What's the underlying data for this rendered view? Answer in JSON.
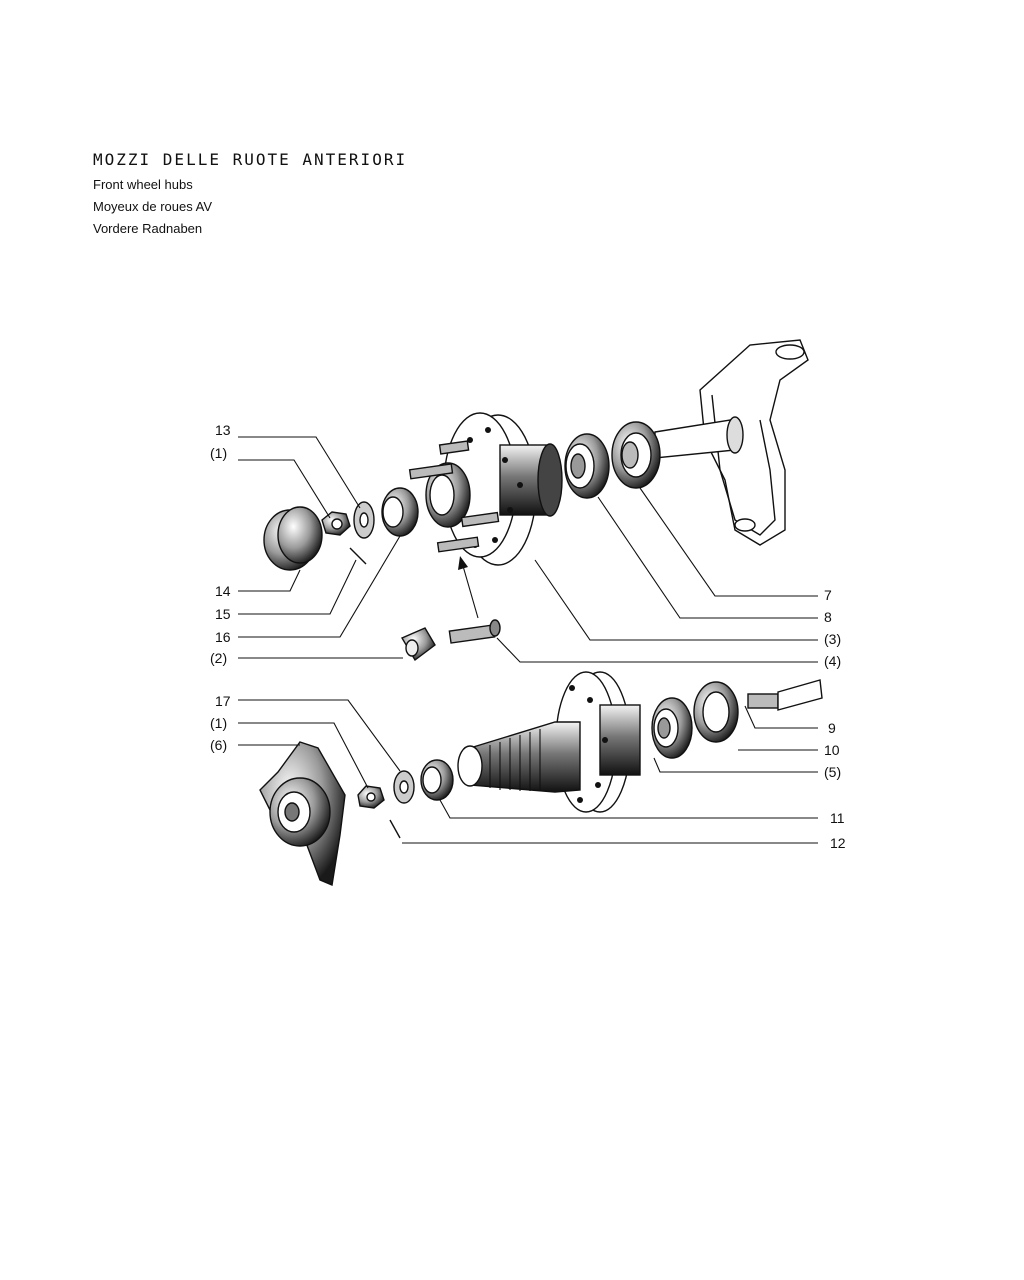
{
  "title": {
    "main": "MOZZI DELLE RUOTE ANTERIORI",
    "subtitles": [
      "Front wheel hubs",
      "Moyeux de roues AV",
      "Vordere Radnaben"
    ]
  },
  "labels": {
    "l13": "13",
    "l1a": "(1)",
    "l14": "14",
    "l15": "15",
    "l16": "16",
    "l2": "(2)",
    "l7": "7",
    "l8": "8",
    "l3": "(3)",
    "l4": "(4)",
    "l17": "17",
    "l1b": "(1)",
    "l6": "(6)",
    "l9": "9",
    "l10": "10",
    "l5": "(5)",
    "l11": "11",
    "l12": "12"
  }
}
